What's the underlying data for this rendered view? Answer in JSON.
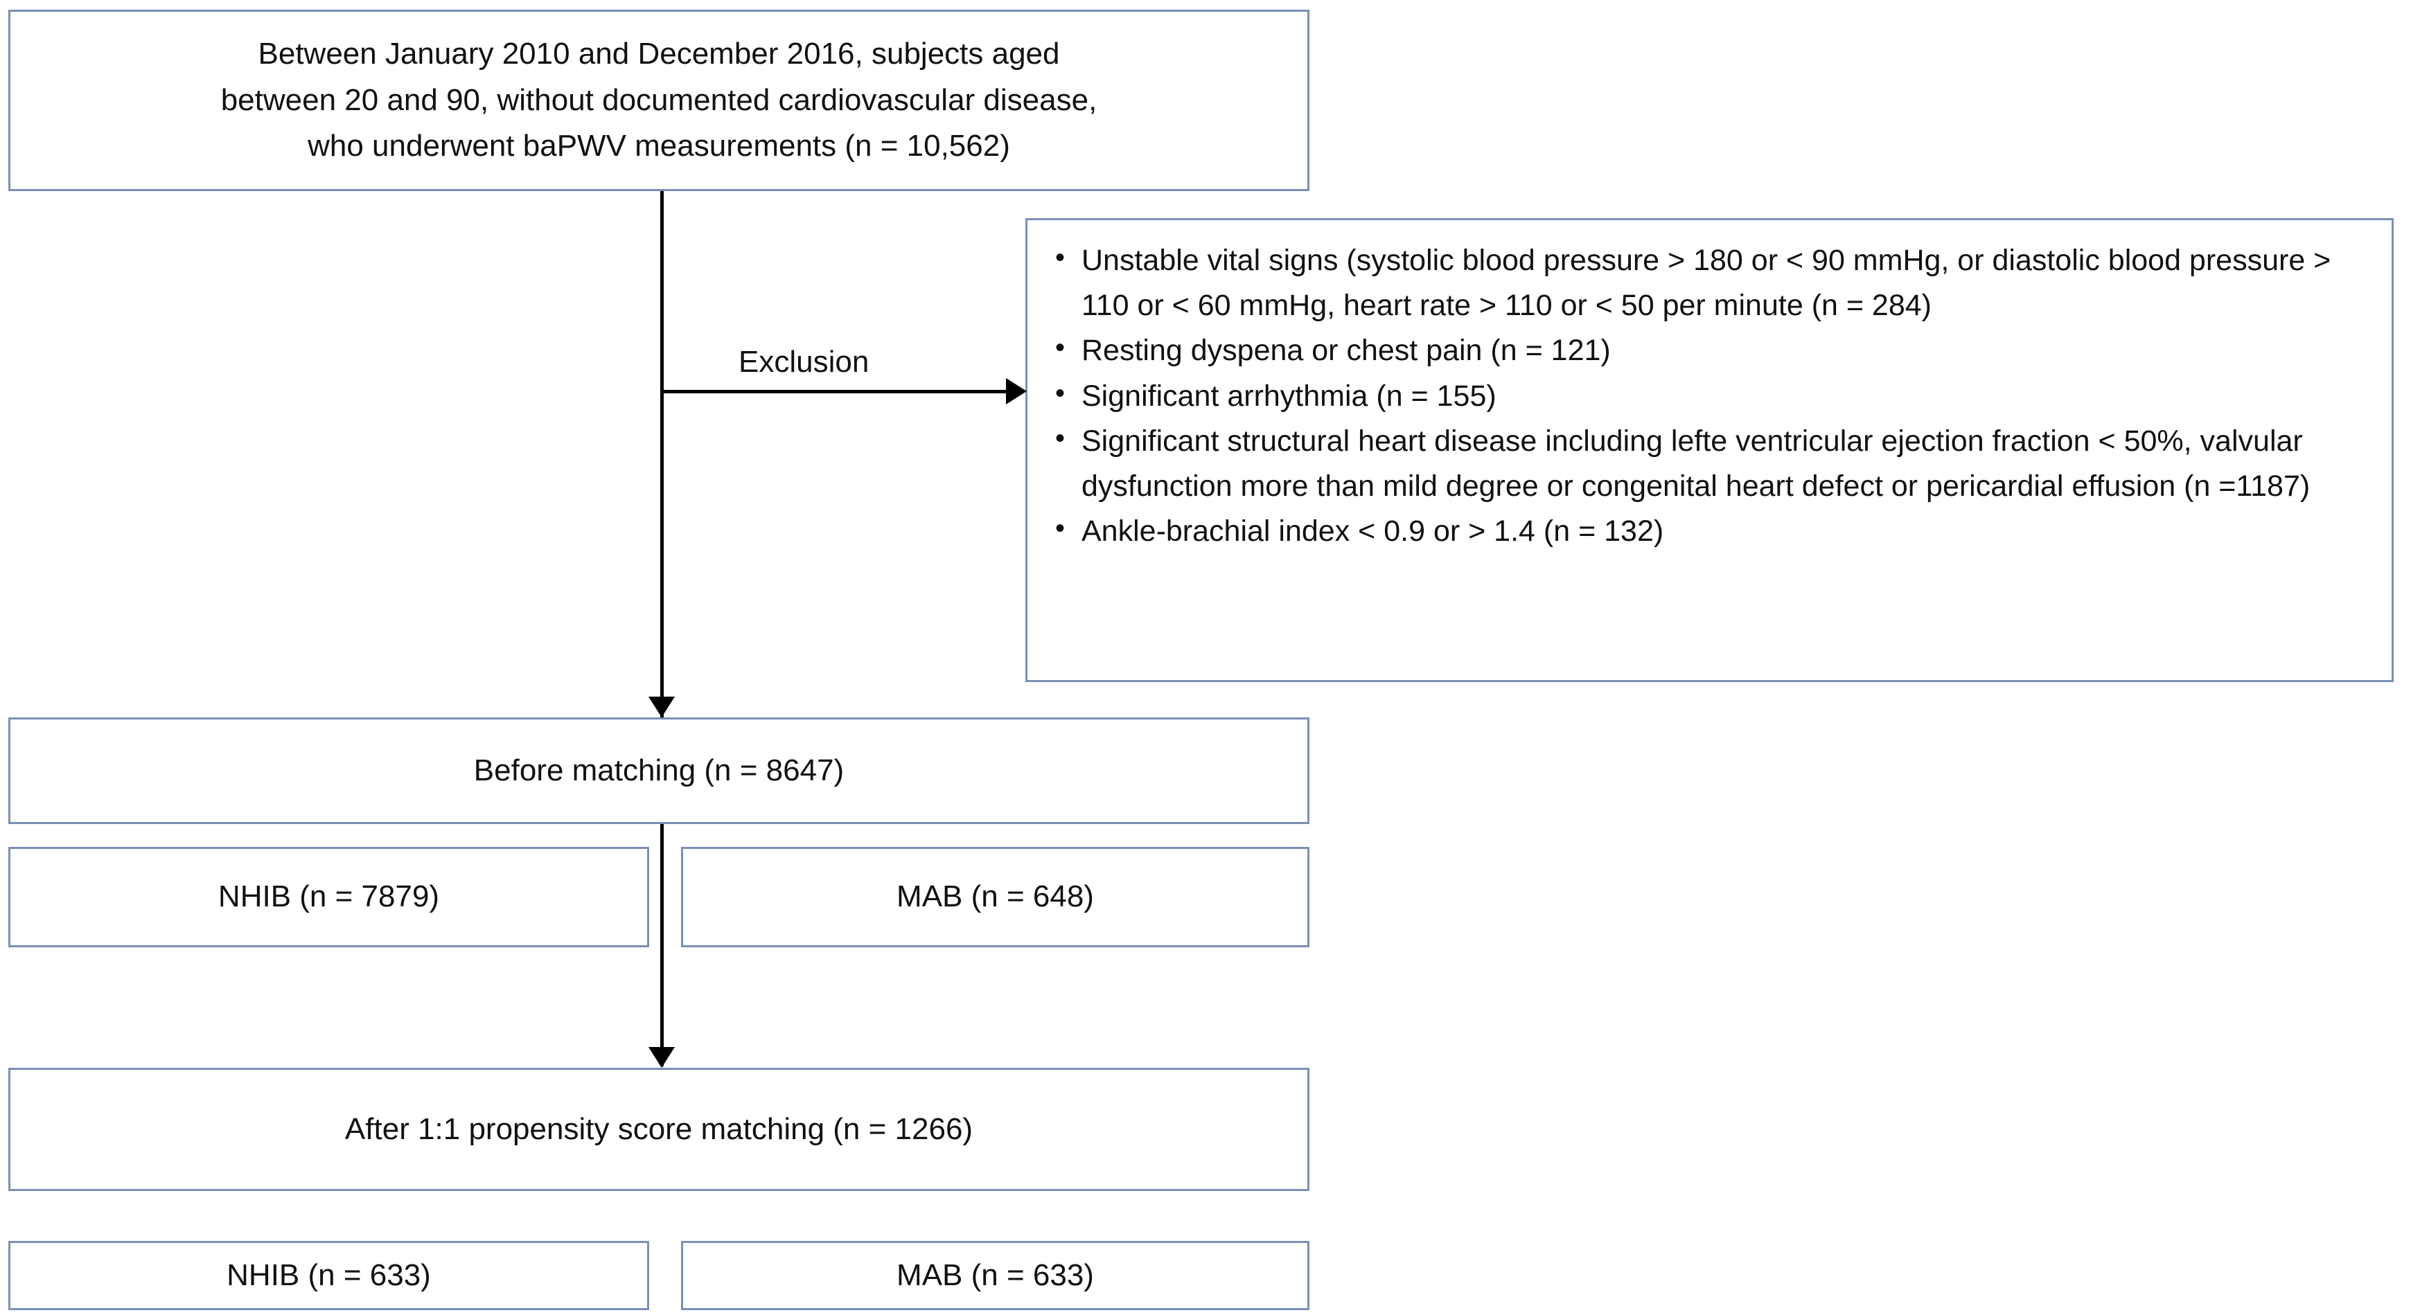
{
  "diagram": {
    "type": "flowchart",
    "title": "Study population flow diagram",
    "colors": {
      "box_border": "#7B8FB5",
      "connector": "#000000",
      "text": "#111111",
      "background": "#FFFFFF"
    },
    "nodes": {
      "enrollment": {
        "text": "Between January 2010 and December 2016, subjects aged\nbetween 20 and 90, without documented cardiovascular disease,\nwho underwent baPWV measurements (n = 10,562)"
      },
      "before_matching": {
        "text": "Before matching (n = 8647)"
      },
      "before_nhib": {
        "text": "NHIB (n = 7879)"
      },
      "before_mab": {
        "text": "MAB (n = 648)"
      },
      "after_matching": {
        "text": "After 1:1 propensity score matching (n = 1266)"
      },
      "after_nhib": {
        "text": "NHIB (n = 633)"
      },
      "after_mab": {
        "text": "MAB (n = 633)"
      }
    },
    "edges": {
      "exclusion_label": "Exclusion"
    },
    "exclusion_box": {
      "items": [
        "Unstable vital signs (systolic blood pressure > 180 or < 90 mmHg, or diastolic blood pressure > 110 or < 60 mmHg, heart rate > 110 or < 50 per minute (n = 284)",
        "Resting dyspena or chest pain (n = 121)",
        "Significant arrhythmia (n = 155)",
        "Significant structural heart disease including lefte ventricular ejection fraction < 50%, valvular dysfunction  more than mild degree or congenital heart defect or pericardial effusion (n =1187)",
        "Ankle-brachial index < 0.9 or > 1.4 (n = 132)"
      ]
    }
  }
}
